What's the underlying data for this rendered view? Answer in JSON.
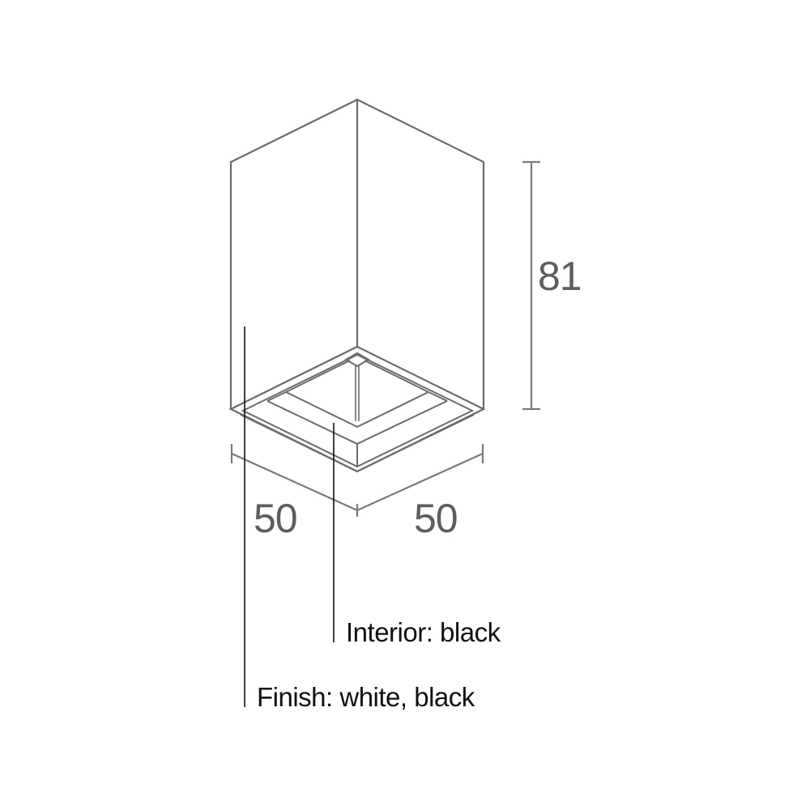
{
  "diagram": {
    "type": "technical-dimension-drawing",
    "subject": "square surface-mounted downlight",
    "dimensions": {
      "height": {
        "value": "81",
        "axis": "vertical"
      },
      "width_left": {
        "value": "50",
        "axis": "isometric-left"
      },
      "width_right": {
        "value": "50",
        "axis": "isometric-right"
      }
    },
    "annotations": {
      "interior": "Interior: black",
      "finish": "Finish: white, black"
    },
    "colors": {
      "outline": "#6b6b6b",
      "dimension": "#7a7a7a",
      "dimension_text": "#5e5e5e",
      "leader": "#111111",
      "annotation_text": "#111111",
      "background": "#ffffff"
    }
  }
}
